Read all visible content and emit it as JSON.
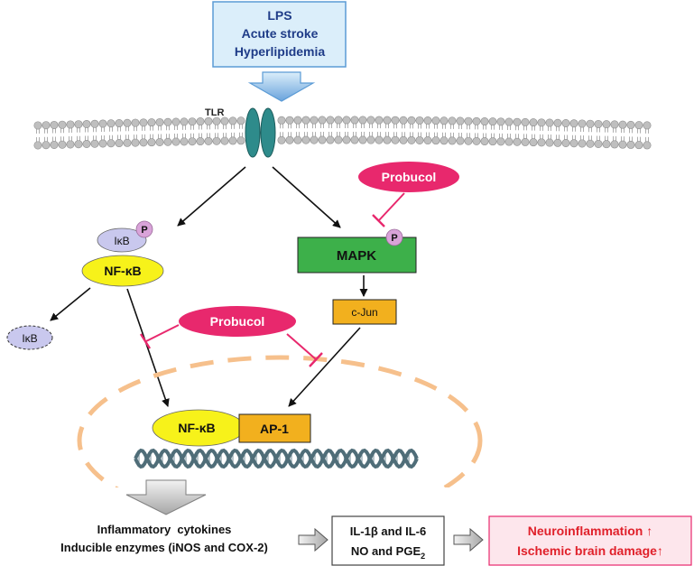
{
  "trigger_box": {
    "lines": [
      "LPS",
      "Acute stroke",
      "Hyperlipidemia"
    ]
  },
  "receptor": {
    "label": "TLR"
  },
  "inhibitor": {
    "label": "Probucol"
  },
  "nodes": {
    "ikb": "IκB",
    "phospho": "P",
    "nfkb": "NF-κB",
    "ikb_released": "IκB",
    "mapk": "MAPK",
    "cjun": "c-Jun",
    "nfkb_nuclear": "NF-κB",
    "ap1": "AP-1"
  },
  "outputs": {
    "step1": [
      "Inflammatory  cytokines",
      "Inducible enzymes (iNOS and COX-2)"
    ],
    "step2_line1": "IL-1β and IL-6",
    "step2_line2": "NO and PGE",
    "step2_line2_sub": "2",
    "step3": [
      "Neuroinflammation ↑",
      "Ischemic brain damage↑"
    ]
  },
  "colors": {
    "trigger_fill": "#dbeefa",
    "trigger_stroke": "#5b9bd5",
    "trigger_text": "#1f3c88",
    "receptor": "#2e8b8b",
    "membrane": "#bfbfbf",
    "inhibitor": "#e8286d",
    "nfkb_fill": "#f7f21a",
    "ikb_fill": "#c9c8ee",
    "phospho_fill": "#d9a3d9",
    "mapk_fill": "#3db04a",
    "ap1_fill": "#f2b01e",
    "nucleus": "#f6c08c",
    "dna": "#4f6d78",
    "outcome_fill": "#fde6ec",
    "outcome_stroke": "#e8286d",
    "outcome_text": "#e0202a"
  }
}
